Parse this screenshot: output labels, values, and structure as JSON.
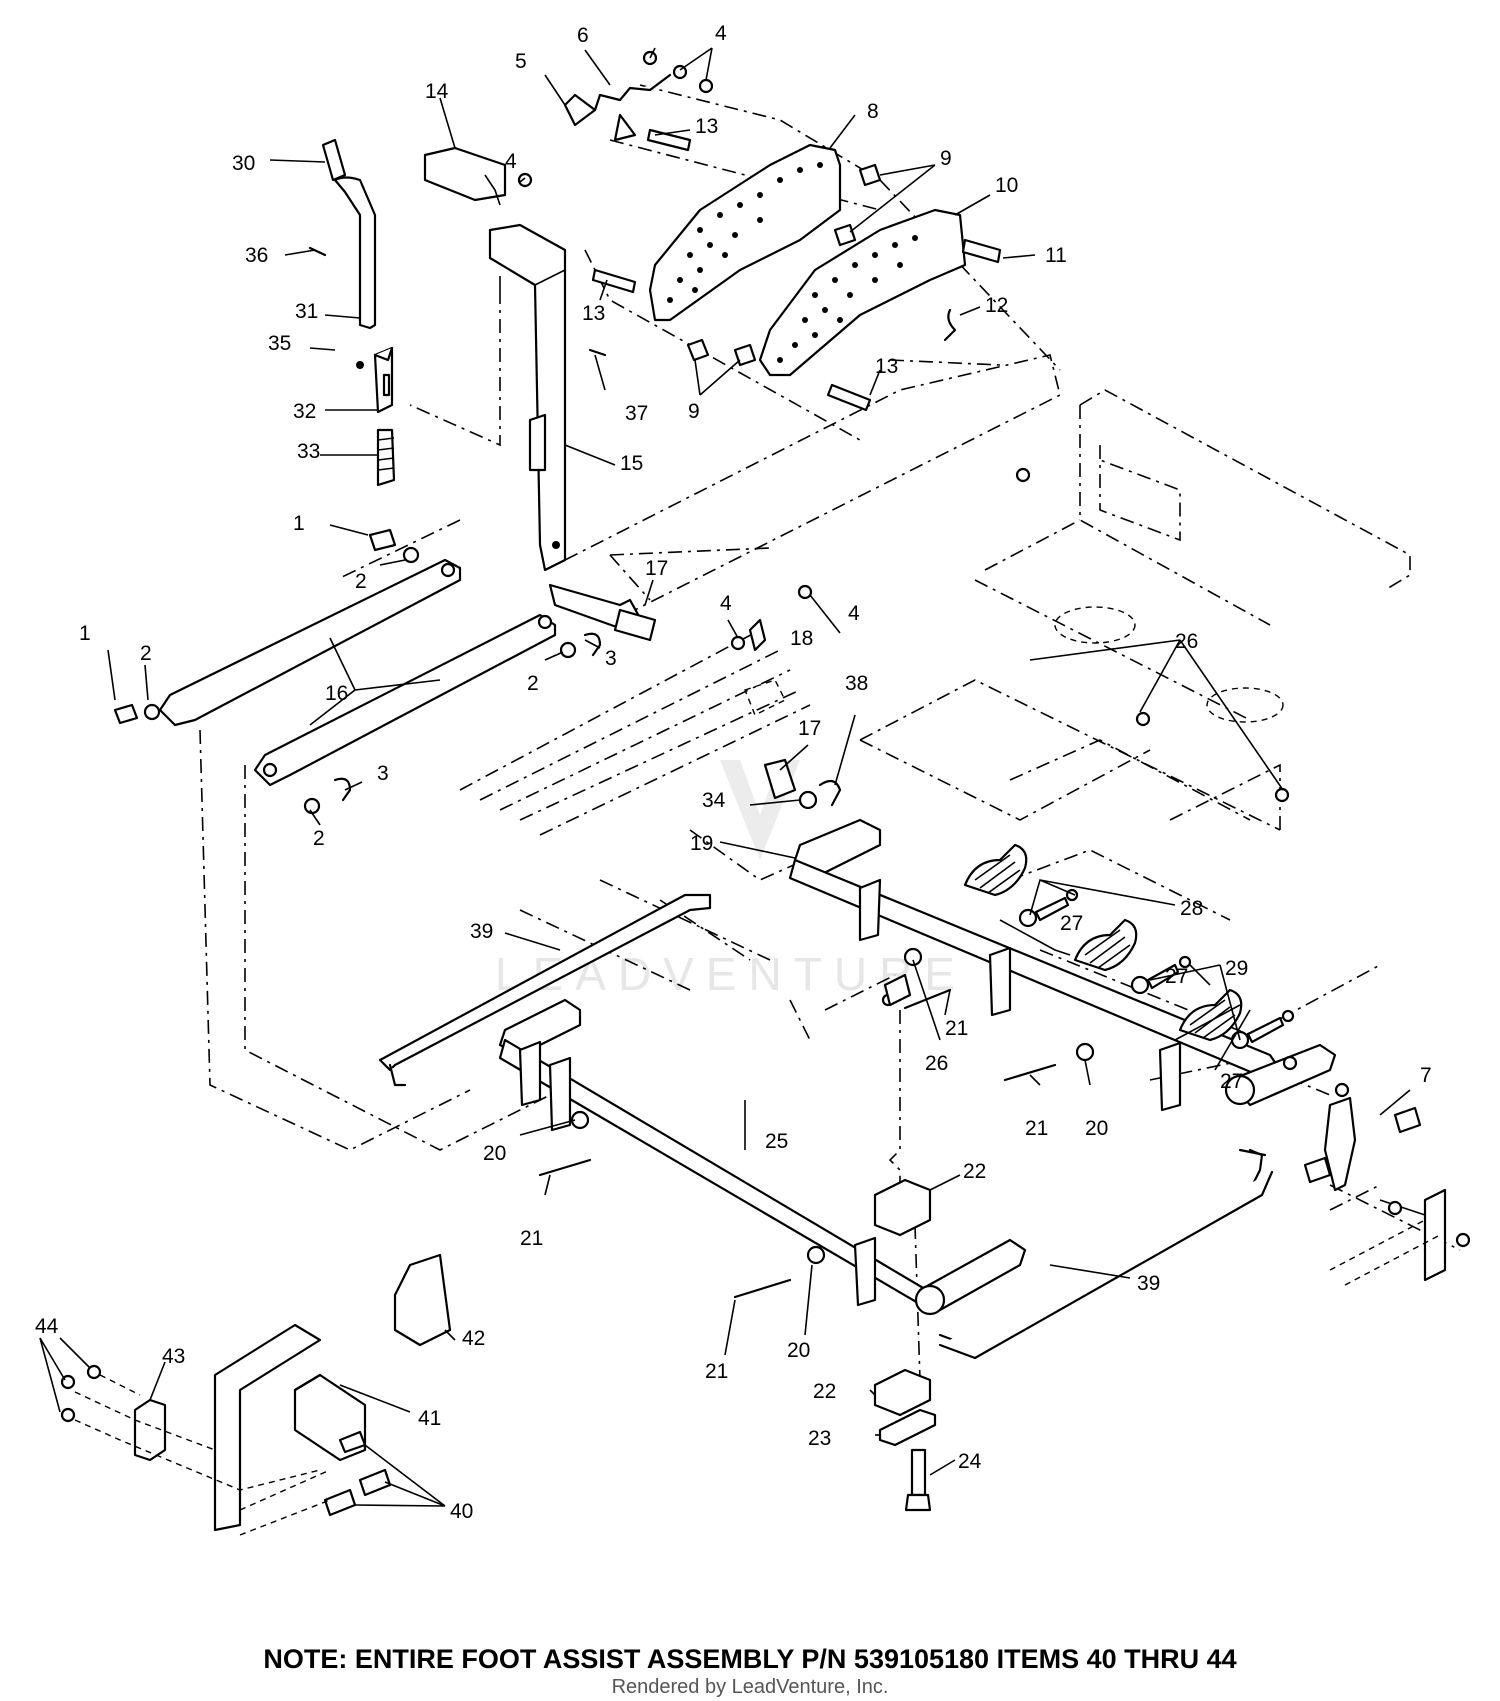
{
  "watermark": "LEADVENTURE",
  "note": "NOTE: ENTIRE FOOT ASSIST ASSEMBLY P/N 539105180 ITEMS 40 THRU 44",
  "credit": "Rendered by LeadVenture, Inc.",
  "callouts": [
    {
      "id": "c1a",
      "text": "1"
    },
    {
      "id": "c1b",
      "text": "1"
    },
    {
      "id": "c2a",
      "text": "2"
    },
    {
      "id": "c2b",
      "text": "2"
    },
    {
      "id": "c2c",
      "text": "2"
    },
    {
      "id": "c2d",
      "text": "2"
    },
    {
      "id": "c3a",
      "text": "3"
    },
    {
      "id": "c3b",
      "text": "3"
    },
    {
      "id": "c4a",
      "text": "4"
    },
    {
      "id": "c4b",
      "text": "4"
    },
    {
      "id": "c4c",
      "text": "4"
    },
    {
      "id": "c4d",
      "text": "4"
    },
    {
      "id": "c5",
      "text": "5"
    },
    {
      "id": "c6",
      "text": "6"
    },
    {
      "id": "c7",
      "text": "7"
    },
    {
      "id": "c8",
      "text": "8"
    },
    {
      "id": "c9a",
      "text": "9"
    },
    {
      "id": "c9b",
      "text": "9"
    },
    {
      "id": "c10",
      "text": "10"
    },
    {
      "id": "c11",
      "text": "11"
    },
    {
      "id": "c12",
      "text": "12"
    },
    {
      "id": "c13a",
      "text": "13"
    },
    {
      "id": "c13b",
      "text": "13"
    },
    {
      "id": "c13c",
      "text": "13"
    },
    {
      "id": "c14",
      "text": "14"
    },
    {
      "id": "c15",
      "text": "15"
    },
    {
      "id": "c16",
      "text": "16"
    },
    {
      "id": "c17a",
      "text": "17"
    },
    {
      "id": "c17b",
      "text": "17"
    },
    {
      "id": "c18",
      "text": "18"
    },
    {
      "id": "c19",
      "text": "19"
    },
    {
      "id": "c20a",
      "text": "20"
    },
    {
      "id": "c20b",
      "text": "20"
    },
    {
      "id": "c20c",
      "text": "20"
    },
    {
      "id": "c21a",
      "text": "21"
    },
    {
      "id": "c21b",
      "text": "21"
    },
    {
      "id": "c21c",
      "text": "21"
    },
    {
      "id": "c21d",
      "text": "21"
    },
    {
      "id": "c22a",
      "text": "22"
    },
    {
      "id": "c22b",
      "text": "22"
    },
    {
      "id": "c23",
      "text": "23"
    },
    {
      "id": "c24",
      "text": "24"
    },
    {
      "id": "c25",
      "text": "25"
    },
    {
      "id": "c26a",
      "text": "26"
    },
    {
      "id": "c26b",
      "text": "26"
    },
    {
      "id": "c27a",
      "text": "27"
    },
    {
      "id": "c27b",
      "text": "27"
    },
    {
      "id": "c27c",
      "text": "27"
    },
    {
      "id": "c28",
      "text": "28"
    },
    {
      "id": "c29",
      "text": "29"
    },
    {
      "id": "c30",
      "text": "30"
    },
    {
      "id": "c31",
      "text": "31"
    },
    {
      "id": "c32",
      "text": "32"
    },
    {
      "id": "c33",
      "text": "33"
    },
    {
      "id": "c34",
      "text": "34"
    },
    {
      "id": "c35",
      "text": "35"
    },
    {
      "id": "c36",
      "text": "36"
    },
    {
      "id": "c37",
      "text": "37"
    },
    {
      "id": "c38",
      "text": "38"
    },
    {
      "id": "c39a",
      "text": "39"
    },
    {
      "id": "c39b",
      "text": "39"
    },
    {
      "id": "c40",
      "text": "40"
    },
    {
      "id": "c41",
      "text": "41"
    },
    {
      "id": "c42",
      "text": "42"
    },
    {
      "id": "c43",
      "text": "43"
    },
    {
      "id": "c44",
      "text": "44"
    }
  ]
}
